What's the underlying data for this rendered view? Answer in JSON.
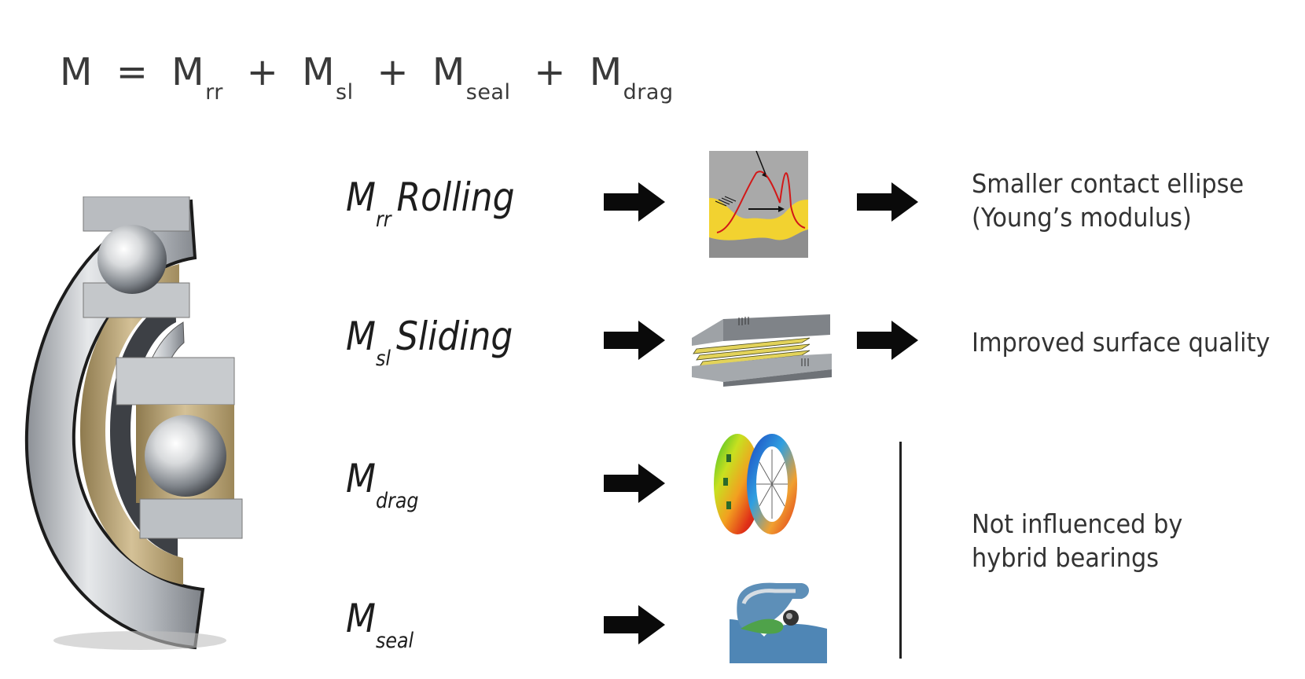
{
  "formula": {
    "lhs": "M",
    "equals": "=",
    "plus": "+",
    "terms": [
      {
        "base": "M",
        "sub": "rr"
      },
      {
        "base": "M",
        "sub": "sl"
      },
      {
        "base": "M",
        "sub": "seal"
      },
      {
        "base": "M",
        "sub": "drag"
      }
    ]
  },
  "rows": [
    {
      "base": "M",
      "sub": "rr",
      "name": "Rolling"
    },
    {
      "base": "M",
      "sub": "sl",
      "name": "Sliding"
    },
    {
      "base": "M",
      "sub": "drag",
      "name": ""
    },
    {
      "base": "M",
      "sub": "seal",
      "name": ""
    }
  ],
  "effects": {
    "rolling": [
      "Smaller contact ellipse",
      "(Young’s modulus)"
    ],
    "sliding": "Improved surface quality",
    "others": [
      "Not influenced by",
      "hybrid bearings"
    ]
  },
  "colors": {
    "arrow": "#0a0a0a",
    "contact_yellow": "#f2d230",
    "pressure_curve": "#d21818",
    "brass_cage": "#bda77a",
    "steel": "#c9ccd0",
    "seal_blue": "#4f86b5",
    "seal_green": "#4fa24a"
  }
}
